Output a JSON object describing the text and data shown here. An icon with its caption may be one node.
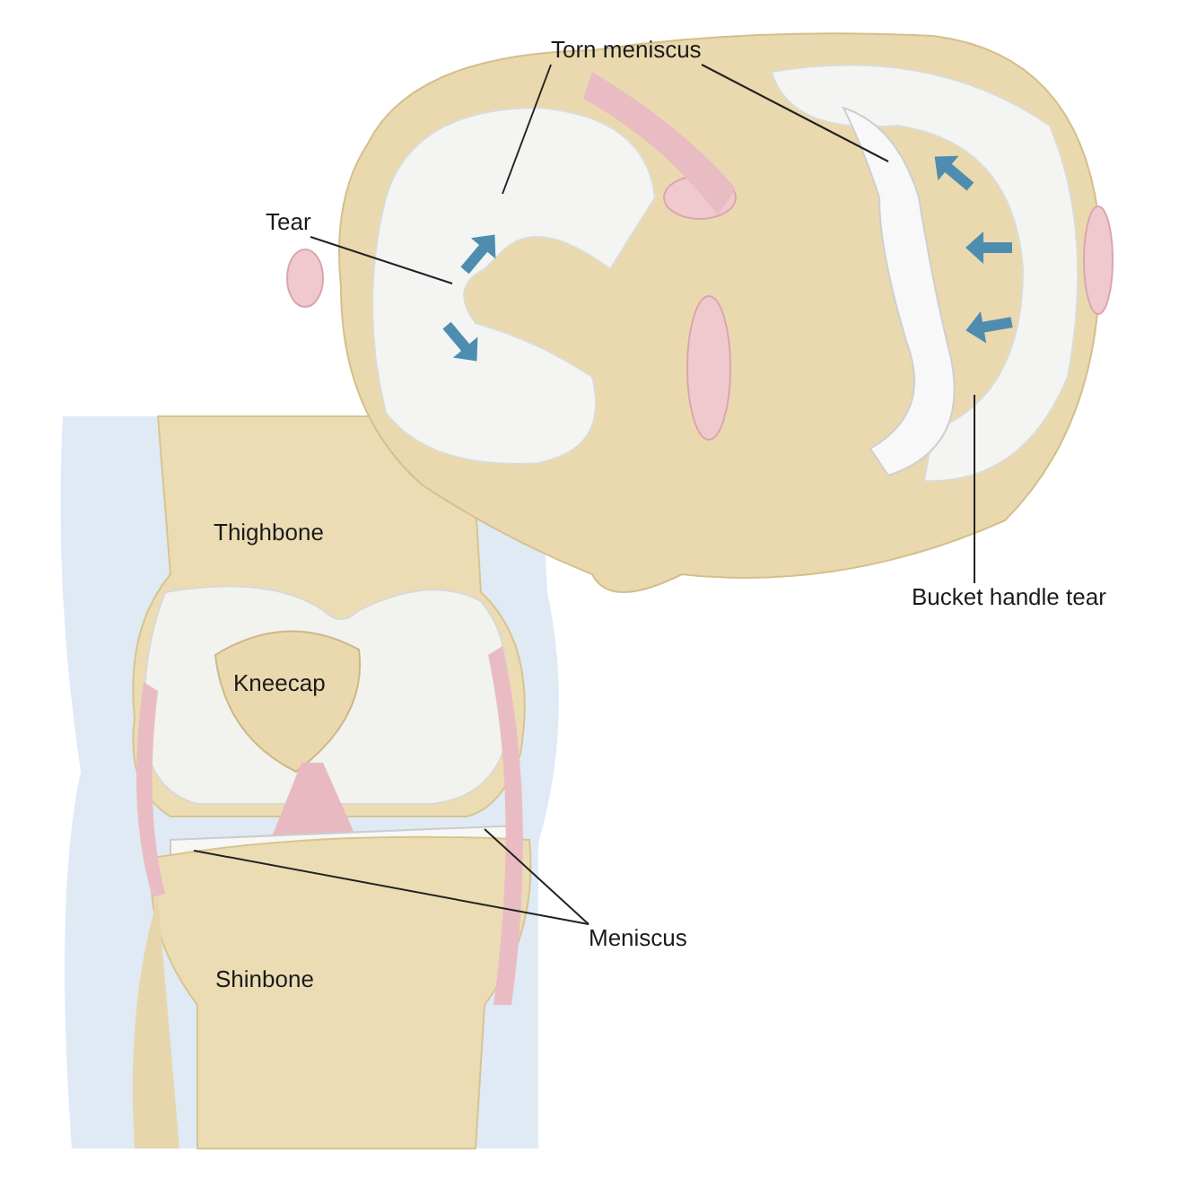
{
  "diagram": {
    "nodes": [
      {
        "text": [
          "Torn meniscus"
        ]
      },
      {
        "text": [
          "Tear"
        ]
      },
      {
        "text": [
          "Bucket handle tear"
        ]
      },
      {
        "text": [
          "Meniscus"
        ]
      }
    ],
    "edges": [
      {
        "from": 0,
        "to": null,
        "arrow": "none"
      },
      {
        "from": 0,
        "to": null,
        "arrow": "none"
      },
      {
        "from": 1,
        "to": null,
        "arrow": "none"
      },
      {
        "from": 2,
        "to": null,
        "arrow": "none"
      },
      {
        "from": 3,
        "to": null,
        "arrow": "none"
      },
      {
        "from": 3,
        "to": null,
        "arrow": "none"
      }
    ],
    "labels": [
      "Thighbone",
      "Kneecap",
      "Shinbone"
    ]
  }
}
